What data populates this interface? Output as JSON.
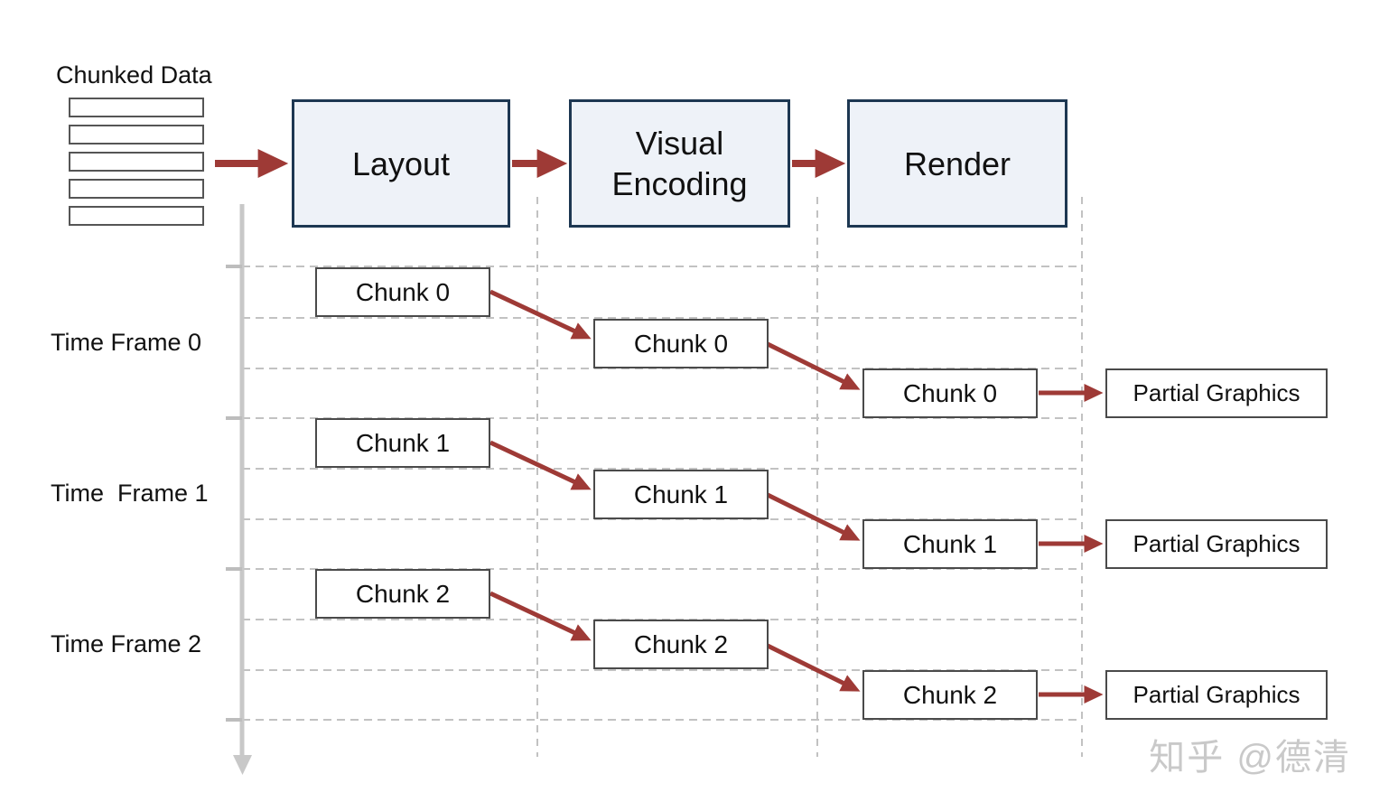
{
  "diagram": {
    "chunked_data": {
      "label": "Chunked Data",
      "row_count": 5
    },
    "pipeline": [
      {
        "label": "Layout"
      },
      {
        "label": "Visual Encoding"
      },
      {
        "label": "Render"
      }
    ],
    "rows": [
      {
        "time_label": "Time Frame 0",
        "chunk_label": "Chunk 0",
        "output_label": "Partial Graphics"
      },
      {
        "time_label": "Time  Frame 1",
        "chunk_label": "Chunk 1",
        "output_label": "Partial Graphics"
      },
      {
        "time_label": "Time Frame 2",
        "chunk_label": "Chunk 2",
        "output_label": "Partial Graphics"
      }
    ],
    "watermark": "知乎 @德清",
    "colors": {
      "arrow_red": "#9e3a36",
      "pipeline_fill": "#eef2f8",
      "pipeline_border": "#1d3752",
      "box_border": "#4a4a4a",
      "grid": "#c2c2c2",
      "timeline": "#c8c8c8",
      "text": "#111111",
      "watermark": "#c9c9c9"
    }
  }
}
